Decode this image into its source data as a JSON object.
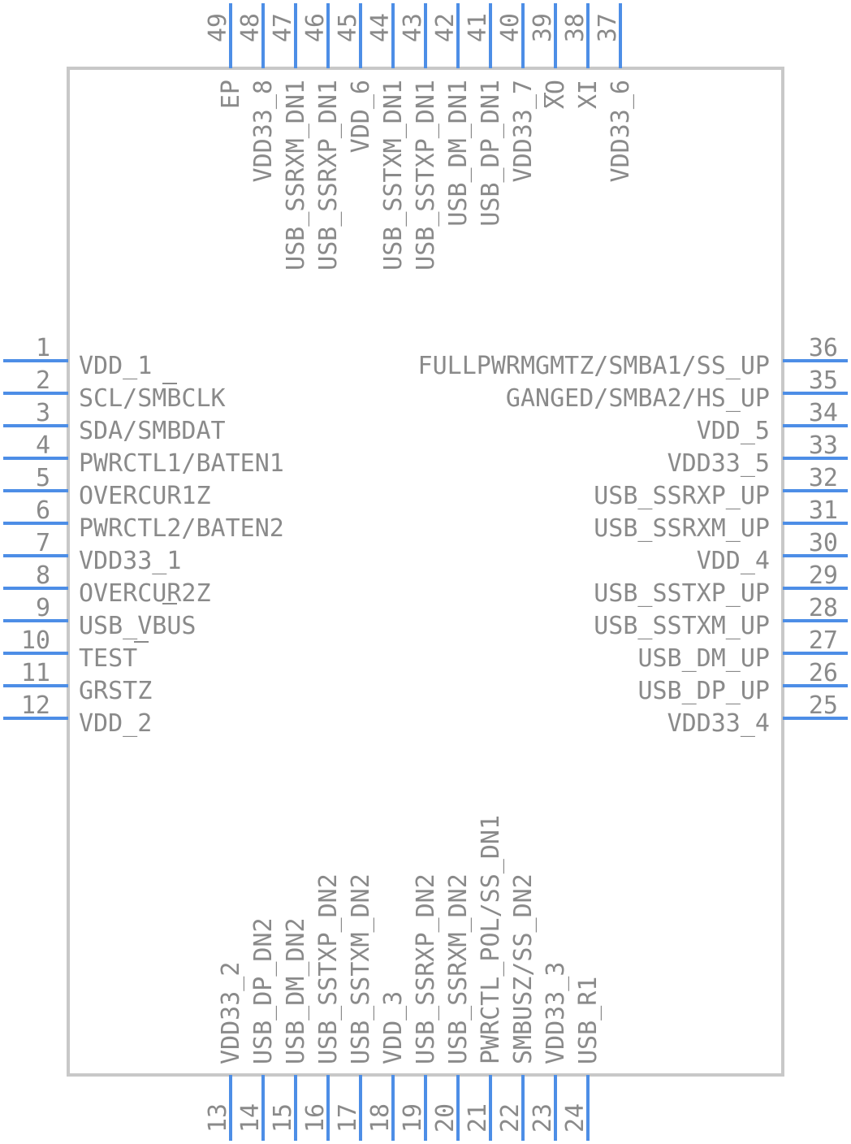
{
  "component": {
    "left_pins": [
      {
        "num": "1",
        "label": "VDD_1"
      },
      {
        "num": "2",
        "label": "SCL/SMBCLK"
      },
      {
        "num": "3",
        "label": "SDA/SMBDAT"
      },
      {
        "num": "4",
        "label": "PWRCTL1/BATEN1"
      },
      {
        "num": "5",
        "label": "OVERCUR1Z"
      },
      {
        "num": "6",
        "label": "PWRCTL2/BATEN2"
      },
      {
        "num": "7",
        "label": "VDD33_1"
      },
      {
        "num": "8",
        "label": "OVERCUR2Z"
      },
      {
        "num": "9",
        "label": "USB_VBUS"
      },
      {
        "num": "10",
        "label": "TEST"
      },
      {
        "num": "11",
        "label": "GRSTZ"
      },
      {
        "num": "12",
        "label": "VDD_2"
      }
    ],
    "right_pins": [
      {
        "num": "36",
        "label": "FULLPWRMGMTZ/SMBA1/SS_UP"
      },
      {
        "num": "35",
        "label": "GANGED/SMBA2/HS_UP"
      },
      {
        "num": "34",
        "label": "VDD_5"
      },
      {
        "num": "33",
        "label": "VDD33_5"
      },
      {
        "num": "32",
        "label": "USB_SSRXP_UP"
      },
      {
        "num": "31",
        "label": "USB_SSRXM_UP"
      },
      {
        "num": "30",
        "label": "VDD_4"
      },
      {
        "num": "29",
        "label": "USB_SSTXP_UP"
      },
      {
        "num": "28",
        "label": "USB_SSTXM_UP"
      },
      {
        "num": "27",
        "label": "USB_DM_UP"
      },
      {
        "num": "26",
        "label": "USB_DP_UP"
      },
      {
        "num": "25",
        "label": "VDD33_4"
      }
    ],
    "top_pins": [
      {
        "num": "49",
        "label": "EP"
      },
      {
        "num": "48",
        "label": "VDD33_8"
      },
      {
        "num": "47",
        "label": "USB_SSRXM_DN1"
      },
      {
        "num": "46",
        "label": "USB_SSRXP_DN1"
      },
      {
        "num": "45",
        "label": "VDD_6"
      },
      {
        "num": "44",
        "label": "USB_SSTXM_DN1"
      },
      {
        "num": "43",
        "label": "USB_SSTXP_DN1"
      },
      {
        "num": "42",
        "label": "USB_DM_DN1"
      },
      {
        "num": "41",
        "label": "USB_DP_DN1"
      },
      {
        "num": "40",
        "label": "VDD33_7"
      },
      {
        "num": "39",
        "label": "XO"
      },
      {
        "num": "38",
        "label": "XI"
      },
      {
        "num": "37",
        "label": "VDD33_6"
      }
    ],
    "bottom_pins": [
      {
        "num": "13",
        "label": "VDD33_2"
      },
      {
        "num": "14",
        "label": "USB_DP_DN2"
      },
      {
        "num": "15",
        "label": "USB_DM_DN2"
      },
      {
        "num": "16",
        "label": "USB_SSTXP_DN2"
      },
      {
        "num": "17",
        "label": "USB_SSTXM_DN2"
      },
      {
        "num": "18",
        "label": "VDD_3"
      },
      {
        "num": "19",
        "label": "USB_SSRXP_DN2"
      },
      {
        "num": "20",
        "label": "USB_SSRXM_DN2"
      },
      {
        "num": "21",
        "label": "PWRCTL_POL/SS_DN1"
      },
      {
        "num": "22",
        "label": "SMBUSZ/SS_DN2"
      },
      {
        "num": "23",
        "label": "VDD33_3"
      },
      {
        "num": "24",
        "label": "USB_R1"
      }
    ]
  },
  "colors": {
    "pin": "#4d8ee6",
    "text": "#8a8a8a",
    "outline": "#c8c8c8"
  }
}
